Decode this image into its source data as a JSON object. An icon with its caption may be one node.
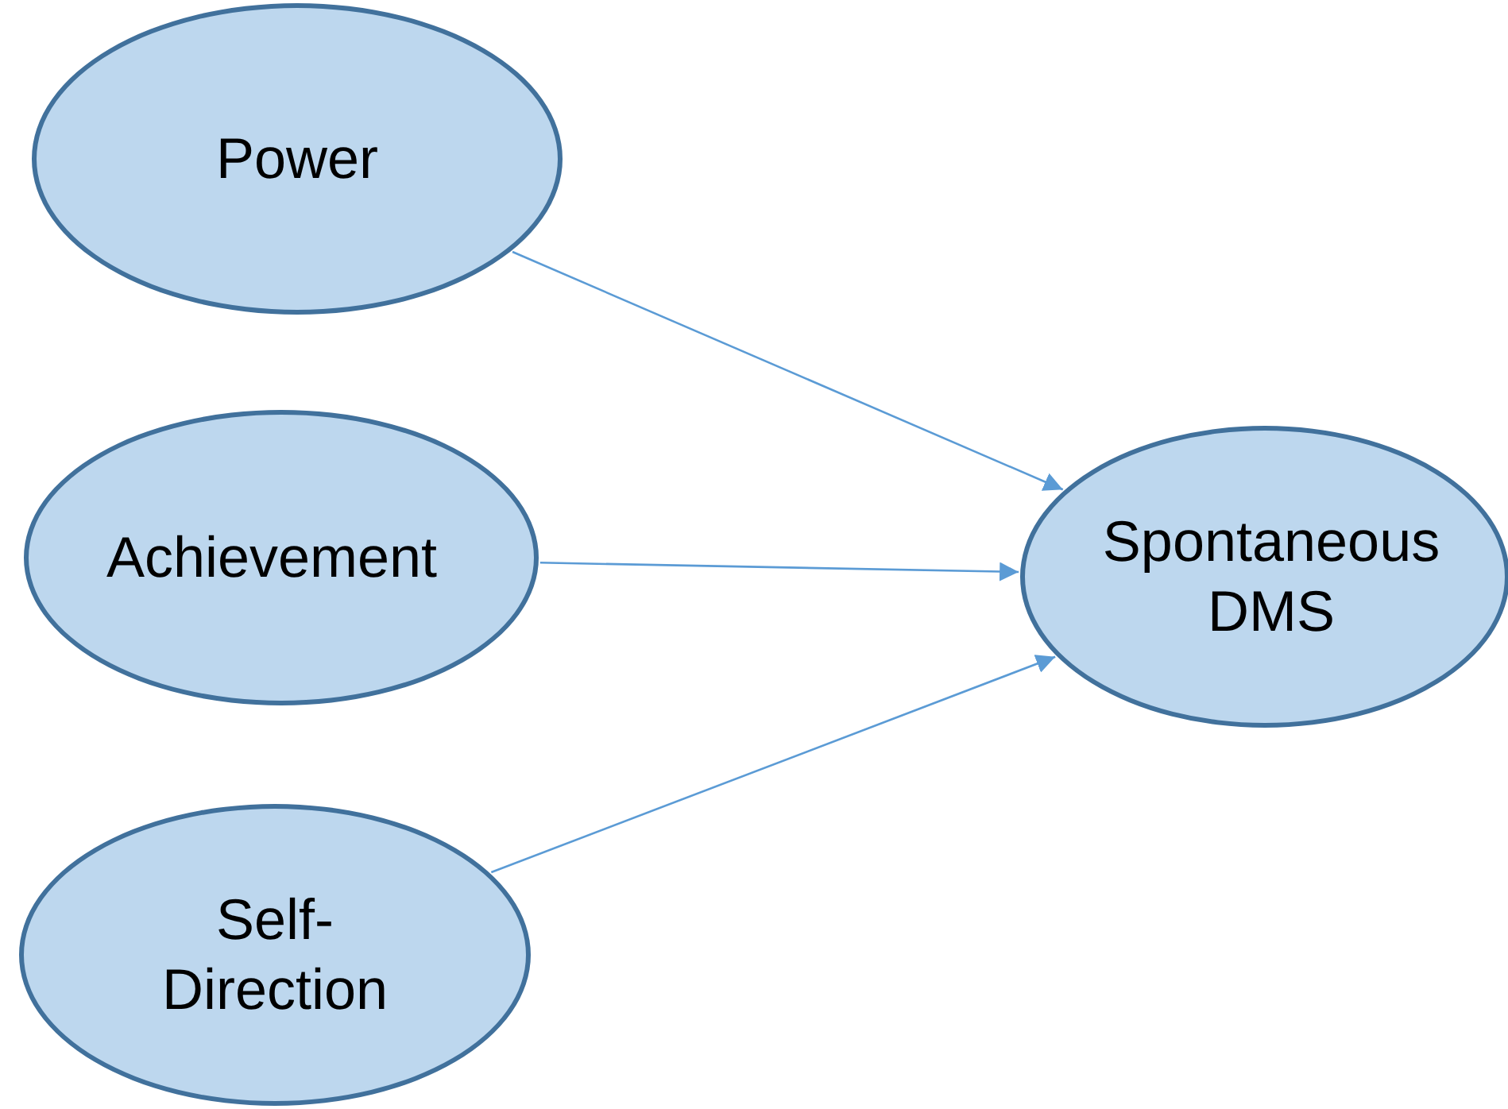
{
  "diagram": {
    "nodes": [
      {
        "text": [
          "Power"
        ]
      },
      {
        "text": [
          "Achievement"
        ]
      },
      {
        "text": [
          "Self- Direction"
        ]
      },
      {
        "text": [
          "Spontaneous DMS"
        ]
      }
    ],
    "edges": [
      {
        "from": 0,
        "to": 3,
        "arrow": "to"
      },
      {
        "from": 1,
        "to": 3,
        "arrow": "to"
      },
      {
        "from": 2,
        "to": 3,
        "arrow": "to"
      }
    ]
  }
}
